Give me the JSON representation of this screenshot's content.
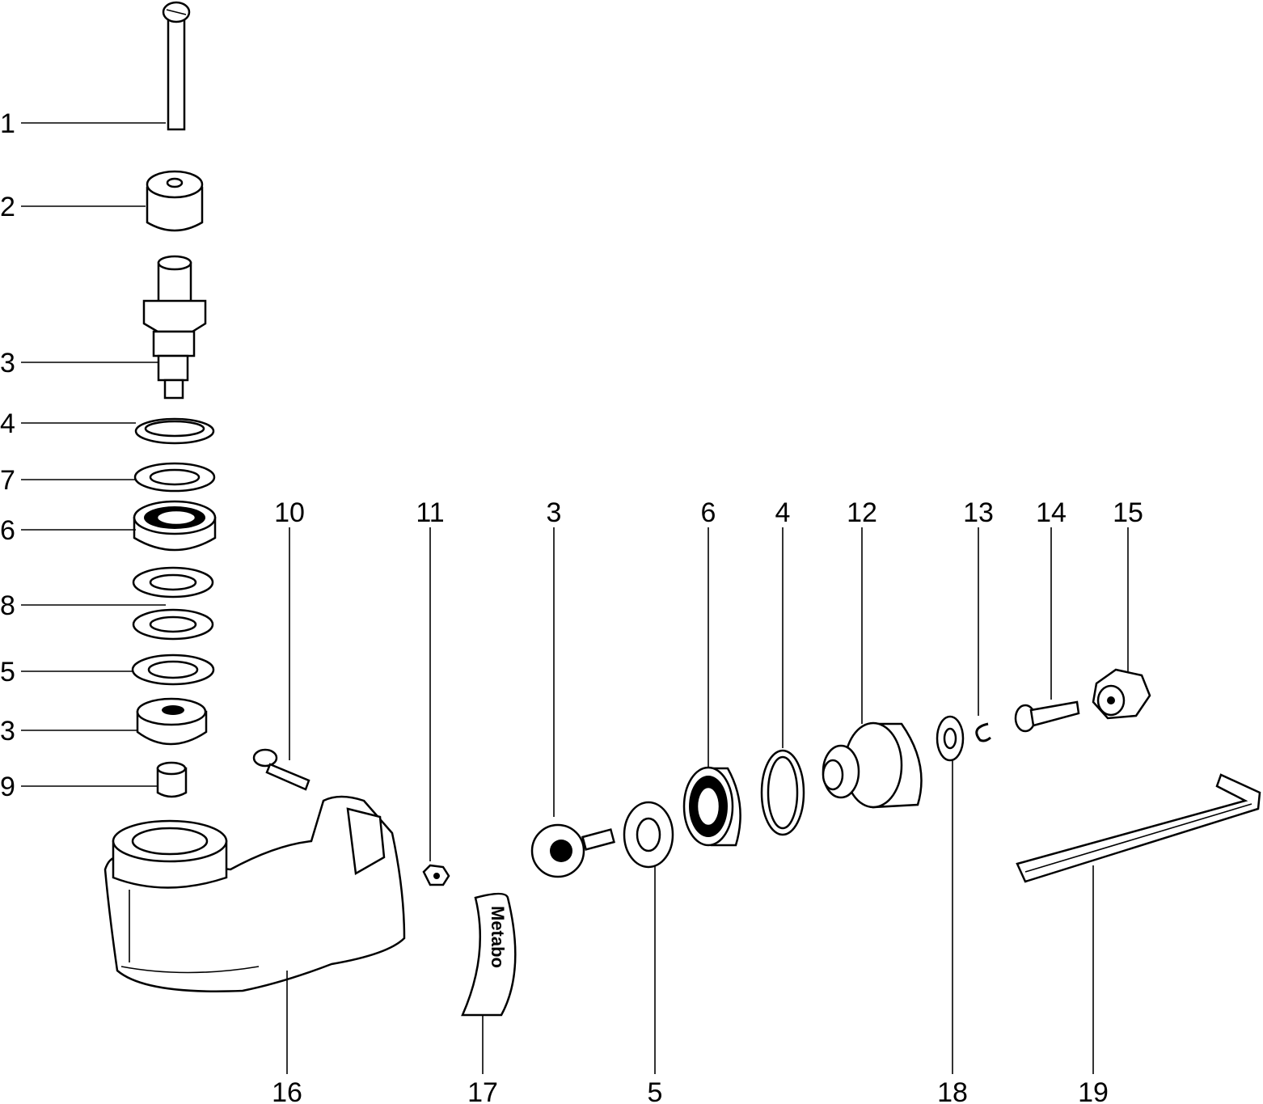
{
  "diagram": {
    "left_column_labels": [
      "1",
      "2",
      "3",
      "4",
      "7",
      "6",
      "8",
      "5",
      "3",
      "9"
    ],
    "top_row_labels": [
      "10",
      "11",
      "3",
      "6",
      "4",
      "12",
      "13",
      "14",
      "15"
    ],
    "bottom_row_labels": [
      "16",
      "17",
      "5",
      "18",
      "19"
    ],
    "logo_text": "Metabo"
  }
}
